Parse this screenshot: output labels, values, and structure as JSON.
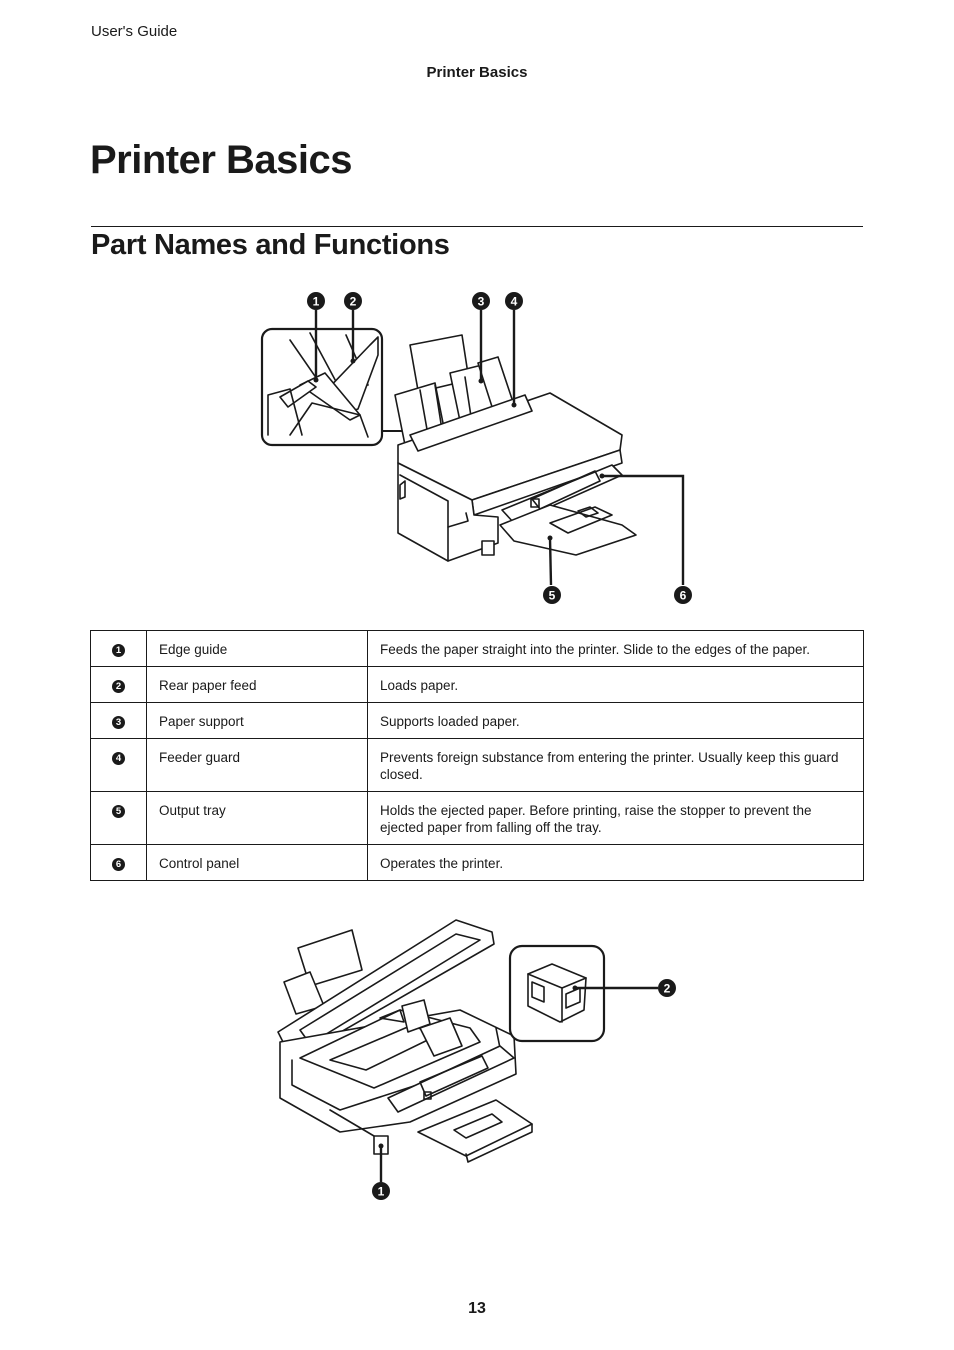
{
  "header": {
    "left": "User's Guide",
    "center": "Printer Basics"
  },
  "title": "Printer Basics",
  "section_title": "Part Names and Functions",
  "figure1": {
    "callouts": [
      "1",
      "2",
      "3",
      "4",
      "5",
      "6"
    ]
  },
  "parts_table": [
    {
      "num": "1",
      "name": "Edge guide",
      "description": "Feeds the paper straight into the printer. Slide to the edges of the paper."
    },
    {
      "num": "2",
      "name": "Rear paper feed",
      "description": "Loads paper."
    },
    {
      "num": "3",
      "name": "Paper support",
      "description": "Supports loaded paper."
    },
    {
      "num": "4",
      "name": "Feeder guard",
      "description": "Prevents foreign substance from entering the printer. Usually keep this guard closed."
    },
    {
      "num": "5",
      "name": "Output tray",
      "description": "Holds the ejected paper. Before printing, raise the stopper to prevent the ejected paper from falling off the tray."
    },
    {
      "num": "6",
      "name": "Control panel",
      "description": "Operates the printer."
    }
  ],
  "figure2": {
    "callouts": [
      "2",
      "1"
    ]
  },
  "page_number": "13"
}
